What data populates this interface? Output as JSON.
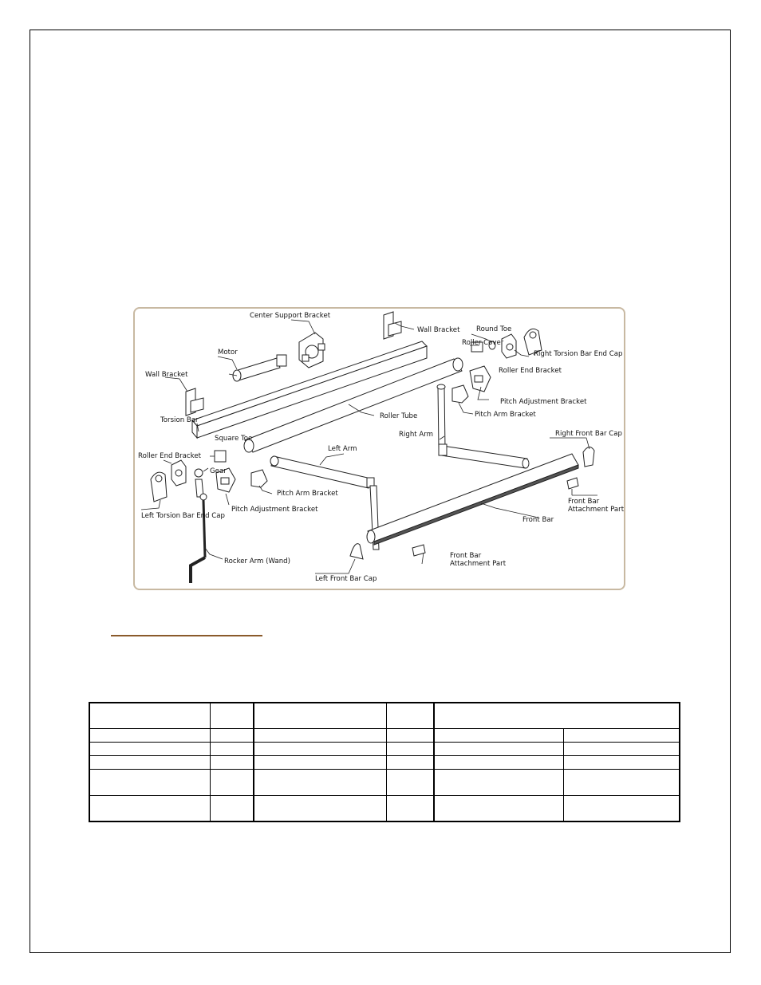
{
  "diagram": {
    "labels": {
      "center_support_bracket": "Center Support Bracket",
      "wall_bracket_top": "Wall Bracket",
      "round_toe": "Round Toe",
      "roller_cover": "Roller Cover",
      "right_torsion_bar_end_cap": "Right Torsion Bar End Cap",
      "motor": "Motor",
      "roller_end_bracket_right": "Roller End Bracket",
      "wall_bracket_left": "Wall Bracket",
      "pitch_adjustment_bracket_right": "Pitch Adjustment Bracket",
      "torsion_bar": "Torsion Bar",
      "roller_tube": "Roller Tube",
      "pitch_arm_bracket_right": "Pitch Arm Bracket",
      "square_toe": "Square Toe",
      "right_arm": "Right Arm",
      "right_front_bar_cap": "Right Front Bar Cap",
      "left_arm": "Left Arm",
      "roller_end_bracket_left": "Roller End Bracket",
      "gear": "Gear",
      "pitch_arm_bracket_left": "Pitch Arm Bracket",
      "front_bar_attachment_part_right_1": "Front Bar",
      "front_bar_attachment_part_right_2": "Attachment Part",
      "left_torsion_bar_end_cap": "Left Torsion Bar End Cap",
      "pitch_adjustment_bracket_left": "Pitch Adjustment Bracket",
      "front_bar": "Front Bar",
      "front_bar_attachment_part_left_1": "Front Bar",
      "front_bar_attachment_part_left_2": "Attachment Part",
      "rocker_arm": "Rocker Arm (Wand)",
      "left_front_bar_cap": "Left Front Bar Cap"
    }
  },
  "table": {
    "rows": [
      [
        "",
        "",
        "",
        "",
        ""
      ],
      [
        "",
        "",
        "",
        "",
        "",
        ""
      ],
      [
        "",
        "",
        "",
        "",
        "",
        ""
      ],
      [
        "",
        "",
        "",
        "",
        "",
        ""
      ],
      [
        "",
        "",
        "",
        "",
        "",
        ""
      ],
      [
        "",
        "",
        "",
        "",
        "",
        ""
      ]
    ]
  }
}
